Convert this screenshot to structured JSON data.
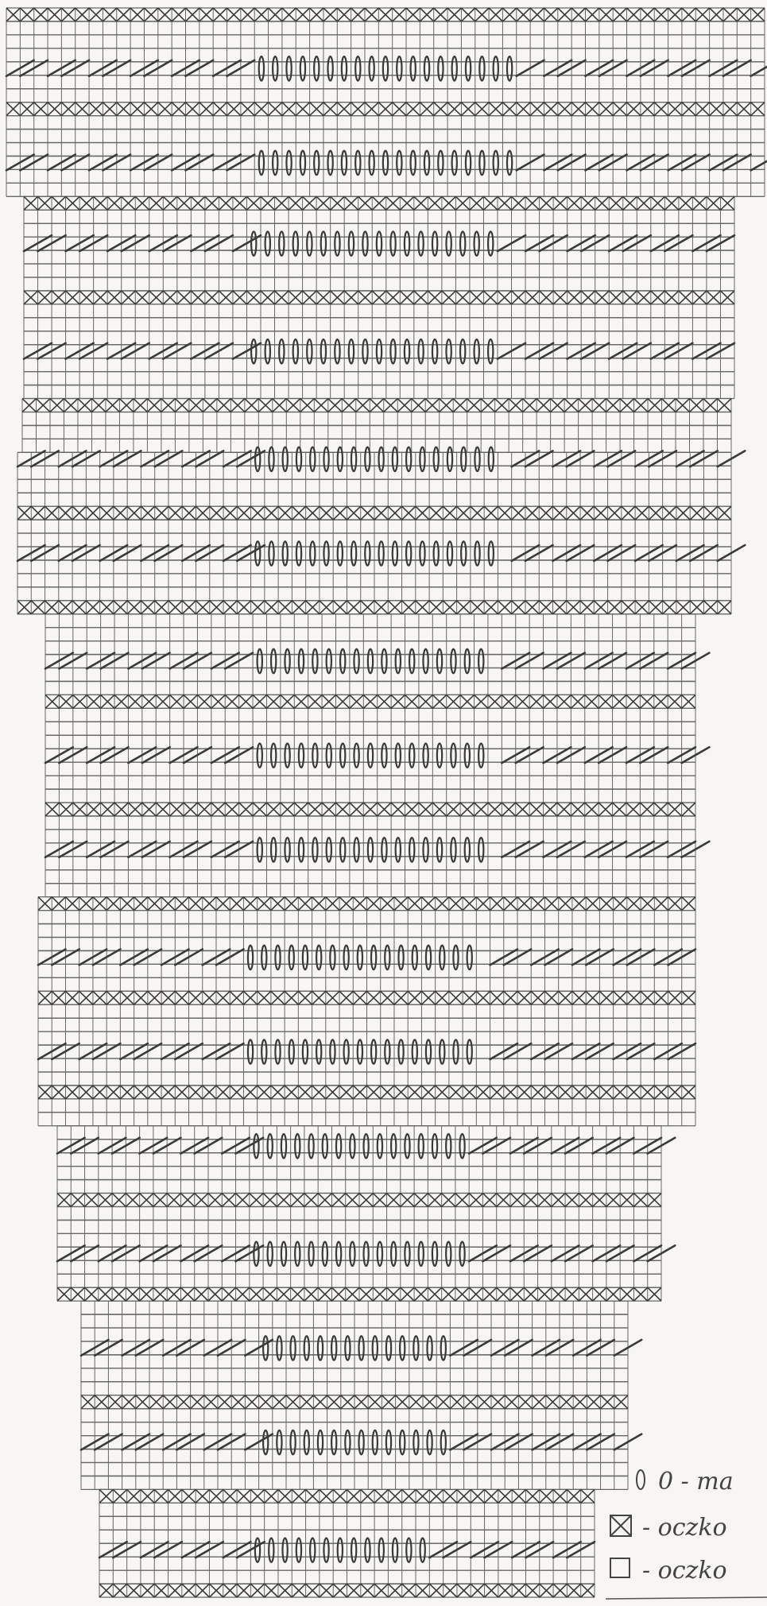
{
  "diagram": {
    "type": "hand-drawn knitting chart on graph paper",
    "ink_color": "#3a3a3a",
    "grid_color": "#666666",
    "paper_color": "#f7f6f3",
    "chart_rows": [
      {
        "pattern": "cross"
      },
      {
        "pattern": "plain"
      },
      {
        "pattern": "plain"
      },
      {
        "pattern": "plain"
      },
      {
        "pattern": "slash-oval"
      },
      {
        "pattern": "plain"
      },
      {
        "pattern": "plain"
      },
      {
        "pattern": "cross"
      },
      {
        "pattern": "plain"
      },
      {
        "pattern": "plain"
      },
      {
        "pattern": "plain"
      },
      {
        "pattern": "slash-oval"
      },
      {
        "pattern": "plain"
      },
      {
        "pattern": "plain"
      },
      {
        "pattern": "cross"
      },
      {
        "pattern": "plain"
      },
      {
        "pattern": "plain"
      },
      {
        "pattern": "slash-oval"
      },
      {
        "pattern": "plain"
      },
      {
        "pattern": "plain"
      },
      {
        "pattern": "plain"
      },
      {
        "pattern": "cross"
      },
      {
        "pattern": "plain"
      },
      {
        "pattern": "plain"
      },
      {
        "pattern": "plain"
      },
      {
        "pattern": "slash-oval"
      },
      {
        "pattern": "plain"
      },
      {
        "pattern": "plain"
      },
      {
        "pattern": "plain"
      },
      {
        "pattern": "cross"
      },
      {
        "pattern": "plain"
      },
      {
        "pattern": "plain"
      },
      {
        "pattern": "plain"
      },
      {
        "pattern": "slash-oval"
      },
      {
        "pattern": "plain"
      },
      {
        "pattern": "plain"
      },
      {
        "pattern": "plain"
      },
      {
        "pattern": "cross"
      },
      {
        "pattern": "plain"
      },
      {
        "pattern": "plain"
      },
      {
        "pattern": "slash-oval"
      },
      {
        "pattern": "plain"
      },
      {
        "pattern": "plain"
      },
      {
        "pattern": "plain"
      },
      {
        "pattern": "cross"
      },
      {
        "pattern": "plain"
      },
      {
        "pattern": "plain"
      },
      {
        "pattern": "plain"
      },
      {
        "pattern": "slash-oval"
      },
      {
        "pattern": "plain"
      },
      {
        "pattern": "plain"
      },
      {
        "pattern": "cross"
      },
      {
        "pattern": "plain"
      },
      {
        "pattern": "plain"
      },
      {
        "pattern": "plain"
      },
      {
        "pattern": "slash-oval"
      },
      {
        "pattern": "plain"
      },
      {
        "pattern": "plain"
      },
      {
        "pattern": "plain"
      },
      {
        "pattern": "cross"
      },
      {
        "pattern": "plain"
      },
      {
        "pattern": "plain"
      },
      {
        "pattern": "slash-oval"
      },
      {
        "pattern": "plain"
      },
      {
        "pattern": "plain"
      },
      {
        "pattern": "plain"
      },
      {
        "pattern": "cross"
      },
      {
        "pattern": "plain"
      },
      {
        "pattern": "plain"
      },
      {
        "pattern": "plain"
      },
      {
        "pattern": "slash-oval"
      },
      {
        "pattern": "plain"
      },
      {
        "pattern": "plain"
      },
      {
        "pattern": "cross"
      },
      {
        "pattern": "plain"
      },
      {
        "pattern": "plain"
      },
      {
        "pattern": "plain"
      },
      {
        "pattern": "slash-oval"
      },
      {
        "pattern": "plain"
      },
      {
        "pattern": "plain"
      },
      {
        "pattern": "cross"
      },
      {
        "pattern": "plain"
      },
      {
        "pattern": "plain"
      },
      {
        "pattern": "plain"
      },
      {
        "pattern": "slash-oval"
      },
      {
        "pattern": "plain"
      },
      {
        "pattern": "plain"
      },
      {
        "pattern": "plain"
      },
      {
        "pattern": "cross"
      },
      {
        "pattern": "plain"
      },
      {
        "pattern": "plain"
      },
      {
        "pattern": "plain"
      },
      {
        "pattern": "slash-oval"
      },
      {
        "pattern": "plain"
      },
      {
        "pattern": "plain"
      },
      {
        "pattern": "cross"
      },
      {
        "pattern": "plain"
      },
      {
        "pattern": "plain"
      },
      {
        "pattern": "plain"
      },
      {
        "pattern": "slash-oval"
      },
      {
        "pattern": "plain"
      },
      {
        "pattern": "plain"
      },
      {
        "pattern": "plain"
      },
      {
        "pattern": "cross"
      },
      {
        "pattern": "plain"
      },
      {
        "pattern": "plain"
      },
      {
        "pattern": "slash-oval"
      },
      {
        "pattern": "plain"
      },
      {
        "pattern": "plain"
      },
      {
        "pattern": "plain"
      },
      {
        "pattern": "cross"
      },
      {
        "pattern": "plain"
      },
      {
        "pattern": "plain"
      },
      {
        "pattern": "plain"
      },
      {
        "pattern": "slash-oval"
      },
      {
        "pattern": "plain"
      },
      {
        "pattern": "plain"
      },
      {
        "pattern": "cross"
      }
    ],
    "legend": [
      {
        "symbol": "oval",
        "text": "0 - ma"
      },
      {
        "symbol": "crossed-box",
        "text": "- oczko"
      },
      {
        "symbol": "empty-box",
        "text": "- oczko"
      }
    ]
  }
}
